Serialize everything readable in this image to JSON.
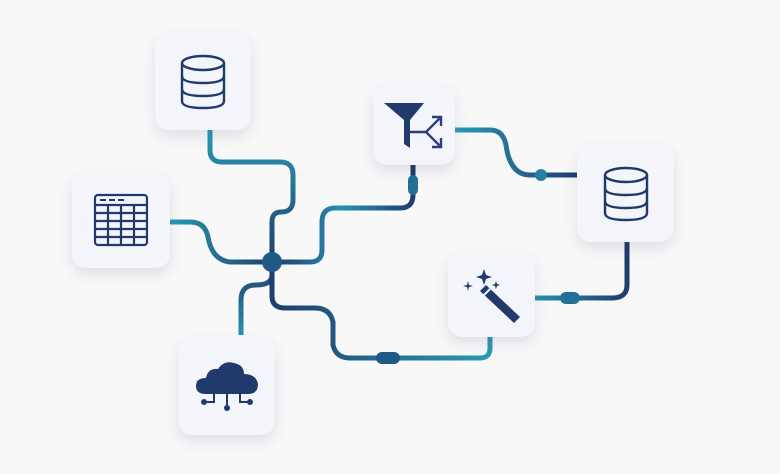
{
  "diagram": {
    "type": "data-pipeline-illustration",
    "nodes": [
      {
        "id": "database-source",
        "icon": "database-icon"
      },
      {
        "id": "spreadsheet-source",
        "icon": "table-icon"
      },
      {
        "id": "cloud-source",
        "icon": "cloud-network-icon"
      },
      {
        "id": "filter-split",
        "icon": "filter-split-icon"
      },
      {
        "id": "database-target",
        "icon": "database-icon"
      },
      {
        "id": "transform",
        "icon": "magic-wand-icon"
      }
    ],
    "edges": [
      [
        "database-source",
        "hub"
      ],
      [
        "spreadsheet-source",
        "hub"
      ],
      [
        "cloud-source",
        "hub"
      ],
      [
        "hub",
        "filter-split"
      ],
      [
        "hub",
        "transform"
      ],
      [
        "filter-split",
        "database-target"
      ],
      [
        "database-target",
        "transform"
      ]
    ]
  },
  "colors": {
    "background": "#f8f8f9",
    "card": "#f3f5fa",
    "navy": "#1f3a6b",
    "teal": "#2a9ab5"
  }
}
